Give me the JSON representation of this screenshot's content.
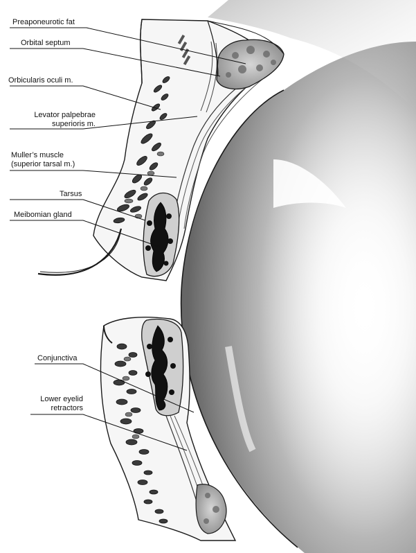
{
  "figure": {
    "colors": {
      "outline": "#1a1a1a",
      "eyeball_shade": "#6e6e6e",
      "skin_fill": "#f4f4f4",
      "gland_fill": "#111111",
      "muscle_fill": "#3a3a3a",
      "fat_fill": "#9a9a9a",
      "background": "#ffffff"
    },
    "labels": [
      {
        "id": "preaponeurotic-fat",
        "lines": [
          "Preaponeurotic fat"
        ]
      },
      {
        "id": "orbital-septum",
        "lines": [
          "Orbital septum"
        ]
      },
      {
        "id": "orbicularis-oculi",
        "lines": [
          "Orbicularis oculi m."
        ]
      },
      {
        "id": "levator-palpebrae",
        "lines": [
          "Levator palpebrae",
          "superioris m."
        ]
      },
      {
        "id": "mullers-muscle",
        "lines": [
          "Muller’s muscle",
          "(superior tarsal m.)"
        ]
      },
      {
        "id": "tarsus",
        "lines": [
          "Tarsus"
        ]
      },
      {
        "id": "meibomian-gland",
        "lines": [
          "Meibomian gland"
        ]
      },
      {
        "id": "conjunctiva",
        "lines": [
          "Conjunctiva"
        ]
      },
      {
        "id": "lower-eyelid-retractors",
        "lines": [
          "Lower eyelid",
          "retractors"
        ]
      }
    ]
  }
}
